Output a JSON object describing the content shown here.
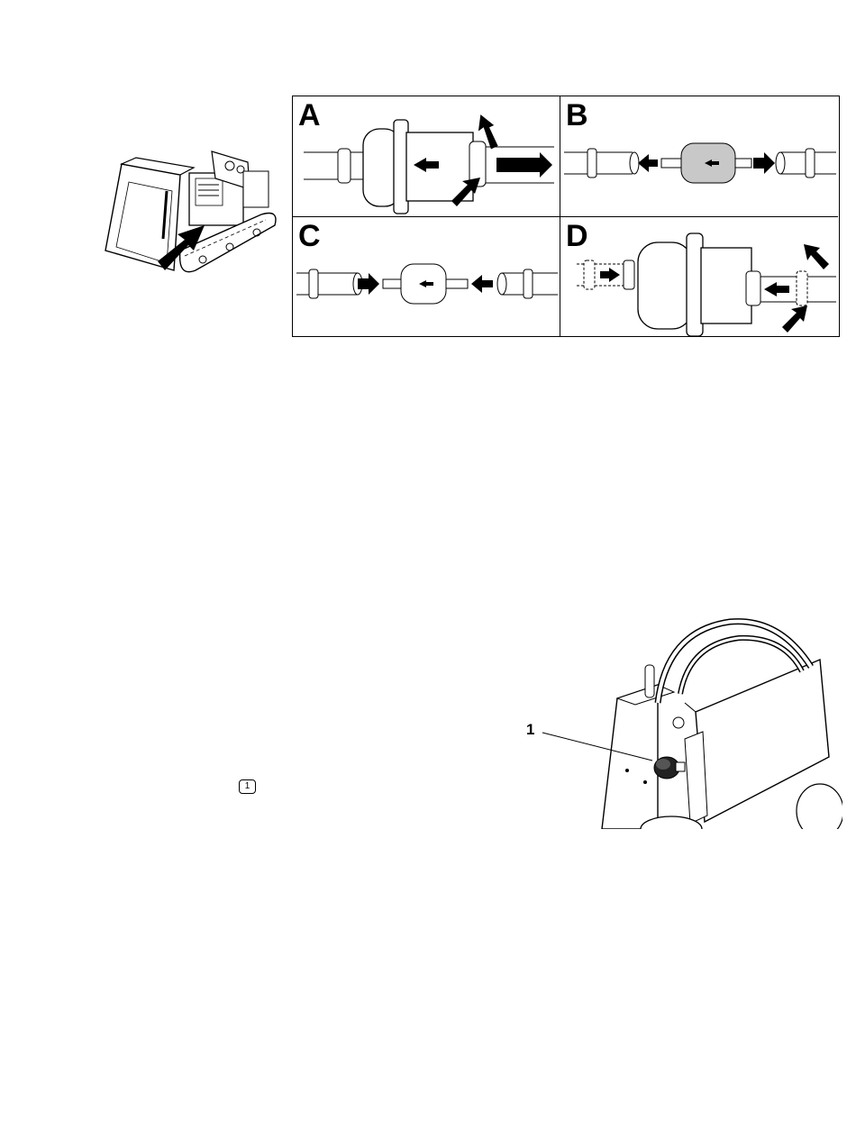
{
  "figure_steps": {
    "panels": [
      {
        "letter": "A"
      },
      {
        "letter": "B"
      },
      {
        "letter": "C"
      },
      {
        "letter": "D"
      }
    ]
  },
  "valve_figure": {
    "callout": "1"
  },
  "inline_callout": "1",
  "icons": [
    "arrow-icon",
    "hose-clamp-icon",
    "fuel-filter-icon",
    "shutoff-knob-icon"
  ]
}
